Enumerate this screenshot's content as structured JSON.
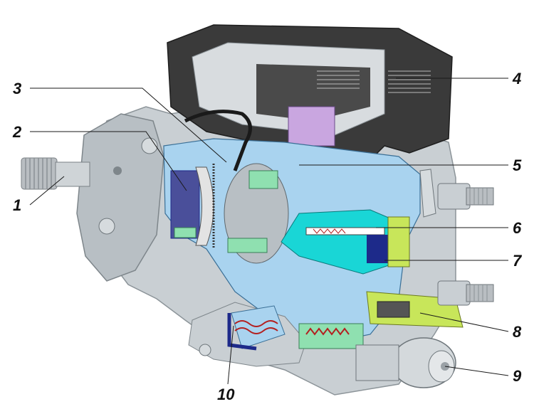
{
  "diagram": {
    "callouts": [
      {
        "id": "1",
        "label": "1"
      },
      {
        "id": "2",
        "label": "2"
      },
      {
        "id": "3",
        "label": "3"
      },
      {
        "id": "4",
        "label": "4"
      },
      {
        "id": "5",
        "label": "5"
      },
      {
        "id": "6",
        "label": "6"
      },
      {
        "id": "7",
        "label": "7"
      },
      {
        "id": "8",
        "label": "8"
      },
      {
        "id": "9",
        "label": "9"
      },
      {
        "id": "10",
        "label": "10"
      }
    ],
    "colors": {
      "housing": "#c9cfd3",
      "housing_dark": "#8c9499",
      "cutaway_blue": "#a9d3ef",
      "cyan": "#19d6d6",
      "green": "#8fe0b0",
      "yellow_green": "#c8e65a",
      "lilac": "#c9a6e0",
      "navy": "#1d2a8a",
      "black_box": "#3a3a3a"
    }
  }
}
